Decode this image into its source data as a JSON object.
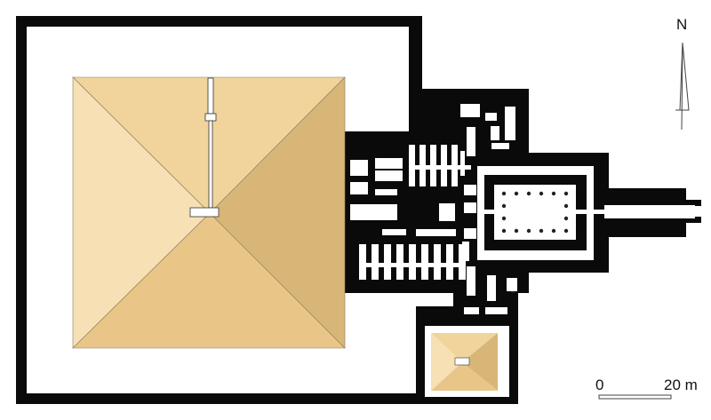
{
  "north_label": "N",
  "scale": {
    "start": "0",
    "end": "20 m"
  },
  "colors": {
    "wall": "#0a0a0a",
    "pyramid_top": "#f0d49c",
    "pyramid_left": "#f6e0b4",
    "pyramid_right": "#d8b678",
    "pyramid_bottom": "#e9c688"
  }
}
